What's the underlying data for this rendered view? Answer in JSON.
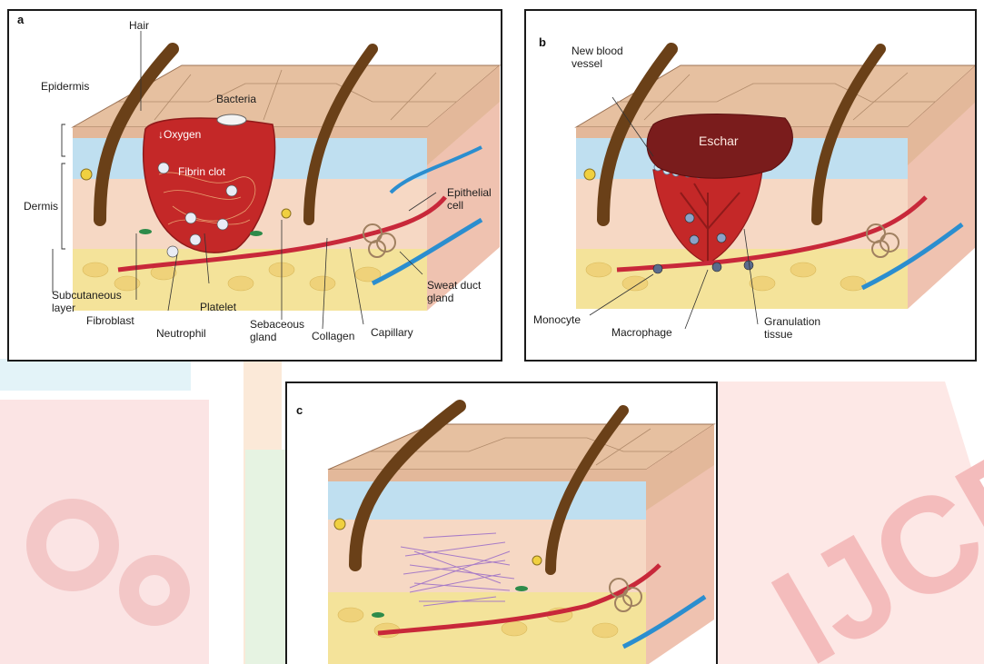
{
  "panels": {
    "a": {
      "letter": "a",
      "labels": {
        "hair": "Hair",
        "epidermis": "Epidermis",
        "dermis": "Dermis",
        "subcutaneous_1": "Subcutaneous",
        "subcutaneous_2": "layer",
        "bacteria": "Bacteria",
        "oxygen": "↓Oxygen",
        "fibrin_clot": "Fibrin clot",
        "epithelial_1": "Epithelial",
        "epithelial_2": "cell",
        "sweat_1": "Sweat duct",
        "sweat_2": "gland",
        "platelet": "Platelet",
        "fibroblast": "Fibroblast",
        "neutrophil": "Neutrophil",
        "sebaceous_1": "Sebaceous",
        "sebaceous_2": "gland",
        "collagen": "Collagen",
        "capillary": "Capillary"
      }
    },
    "b": {
      "letter": "b",
      "labels": {
        "new_vessel_1": "New blood",
        "new_vessel_2": "vessel",
        "eschar": "Eschar",
        "monocyte": "Monocyte",
        "macrophage": "Macrophage",
        "granulation_1": "Granulation",
        "granulation_2": "tissue"
      }
    },
    "c": {
      "letter": "c"
    }
  },
  "watermark": {
    "text": "IJCRT"
  },
  "colors": {
    "epidermis_top": "#e6c0a0",
    "epidermis_blue": "#bfdff0",
    "dermis": "#f6d8c4",
    "subcutaneous": "#f4e39a",
    "wound": "#c42828",
    "eschar": "#7a1c1c",
    "hair": "#6a4018",
    "scar": "#a77bc7"
  }
}
